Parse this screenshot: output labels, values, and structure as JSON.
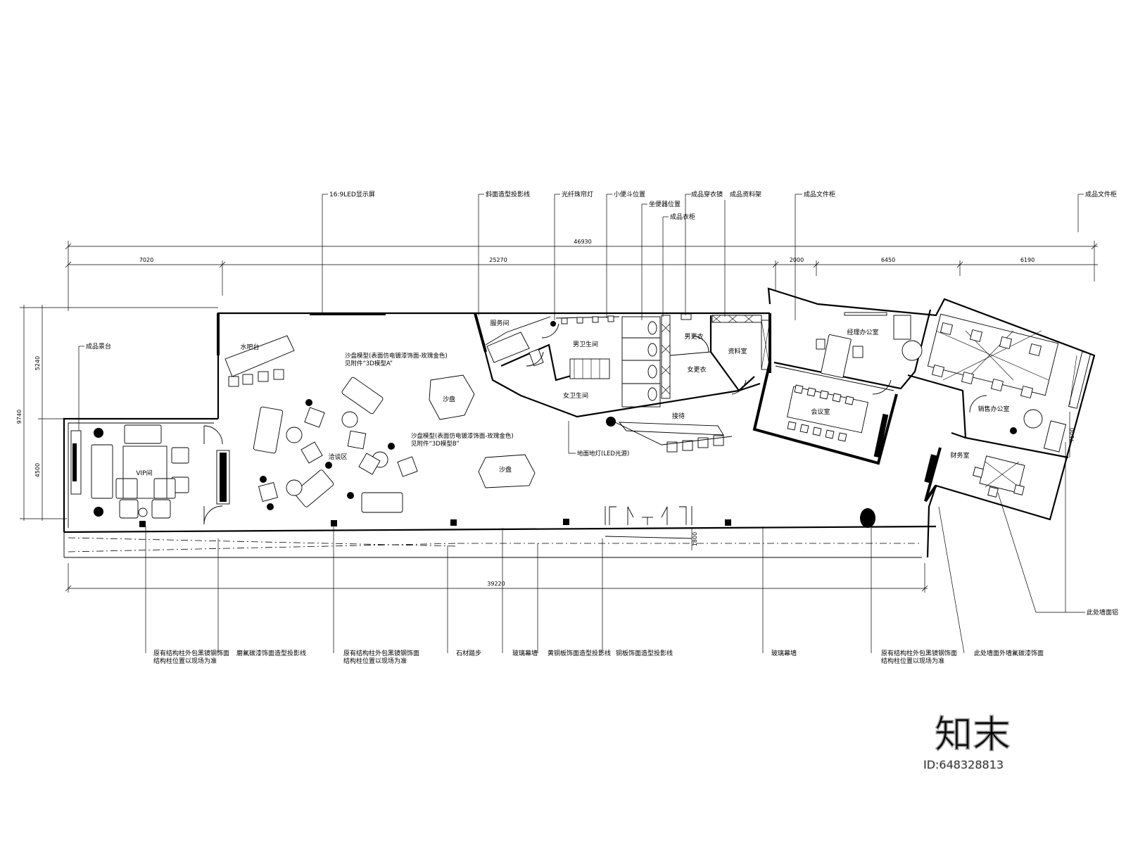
{
  "dimensions": {
    "top_overall": "46930",
    "top_segments": [
      "7020",
      "25270",
      "2000",
      "6450",
      "6190"
    ],
    "left_overall": "9740",
    "left_segments": [
      "5240",
      "4500"
    ],
    "bottom_overall": "39220",
    "step_width": "1800",
    "right_partial": "7500"
  },
  "rooms": {
    "vip": "VIP间",
    "water_bar": "水吧台",
    "negotiation": "洽谈区",
    "sand_table_1": "沙盘",
    "sand_table_2": "沙盘",
    "service": "服务间",
    "mens_wc": "男卫生间",
    "womens_wc": "女卫生间",
    "mens_changing": "男更衣",
    "womens_changing": "女更衣",
    "reception": "接待",
    "archive": "资料室",
    "manager_office": "经理办公室",
    "meeting": "会议室",
    "sales_office": "销售办公室",
    "finance": "财务室"
  },
  "notes_in_plan": {
    "sand_model_a_line1": "沙盘模型(表面仿电镀漆饰面-玫瑰金色)",
    "sand_model_a_line2": "见附件“3D模型A”",
    "sand_model_b_line1": "沙盘模型(表面仿电镀漆饰面-玫瑰金色)",
    "sand_model_b_line2": "见附件“3D模型B”",
    "floor_light": "地面地灯(LED光源)"
  },
  "top_callouts": {
    "led_screen": "16:9LED显示屏",
    "slope_line": "斜面造型投影线",
    "fiber_light": "光纤珠帘灯",
    "urinal": "小便斗位置",
    "toilet": "坐便器位置",
    "locker": "成品衣柜",
    "dress_mirror": "成品穿衣镜",
    "info_rack": "成品资料架",
    "file_cabinet_1": "成品文件柜",
    "file_cabinet_2": "成品文件柜"
  },
  "left_callouts": {
    "display_stand": "成品景台"
  },
  "bottom_callouts": {
    "column_1_line1": "原有结构柱外包黑镜钢饰面",
    "column_1_line1_overlap": "磨氟碳漆饰面造型投影线",
    "column_1_line2": "结构柱位置以现场为准",
    "column_2_line1": "原有结构柱外包黑镜钢饰面",
    "column_2_line2": "结构柱位置以现场为准",
    "stone_step": "石材踏步",
    "glass_wall_1": "玻璃幕墙",
    "brass_panel": "黄铜板饰面造型投影线",
    "brass_panel_overlap": "铜板饰面造型投影线",
    "glass_wall_2": "玻璃幕墙",
    "column_3_line1": "原有结构柱外包黑镜钢饰面",
    "column_3_line2": "结构柱位置以现场为准",
    "exterior_wall": "此处墙面外墙氟碳漆饰面",
    "right_side": "此处墙面铝"
  },
  "watermark": {
    "brand": "知末",
    "id": "ID:648328813"
  }
}
